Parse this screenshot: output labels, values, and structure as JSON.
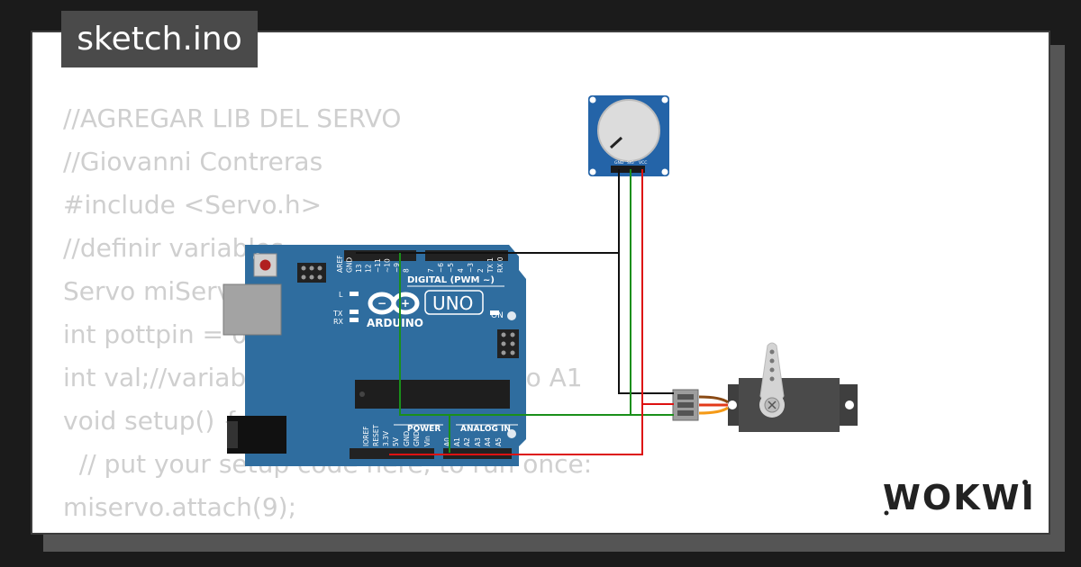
{
  "file_tab": "sketch.ino",
  "brand": "WOKWI",
  "code_lines": [
    "//AGREGAR LIB DEL SERVO",
    "//Giovanni Contreras",
    "#include <Servo.h>",
    "//definir variables",
    "Servo miServo;",
    "int pottpin = 0;",
    "int val;//variable para el pin analogico A1",
    "void setup() {",
    "  // put your setup code here, to run once:",
    "miservo.attach(9);",
    "}"
  ],
  "arduino": {
    "logo_text": "ARDUINO",
    "model": "UNO",
    "on_label": "ON",
    "digital_label": "DIGITAL (PWM ~)",
    "power_label": "POWER",
    "analog_label": "ANALOG IN",
    "l_label": "L",
    "tx_label": "TX",
    "rx_label": "RX",
    "top_pins": [
      "AREF",
      "GND",
      "13",
      "12",
      "~11",
      "~10",
      "~9",
      "8",
      "7",
      "~6",
      "~5",
      "4",
      "~3",
      "2",
      "TX 1",
      "RX 0"
    ],
    "bottom_pins": [
      "IOREF",
      "RESET",
      "3.3V",
      "5V",
      "GND",
      "GND",
      "Vin",
      "A0",
      "A1",
      "A2",
      "A3",
      "A4",
      "A5"
    ]
  },
  "potentiometer": {
    "pins": [
      "GND",
      "SIG",
      "VCC"
    ]
  },
  "colors": {
    "board": "#2f6d9f",
    "pot_board": "#2464a8",
    "wire_black": "#111111",
    "wire_green": "#1a8f1a",
    "wire_red": "#dd1111",
    "servo_body": "#444444"
  }
}
